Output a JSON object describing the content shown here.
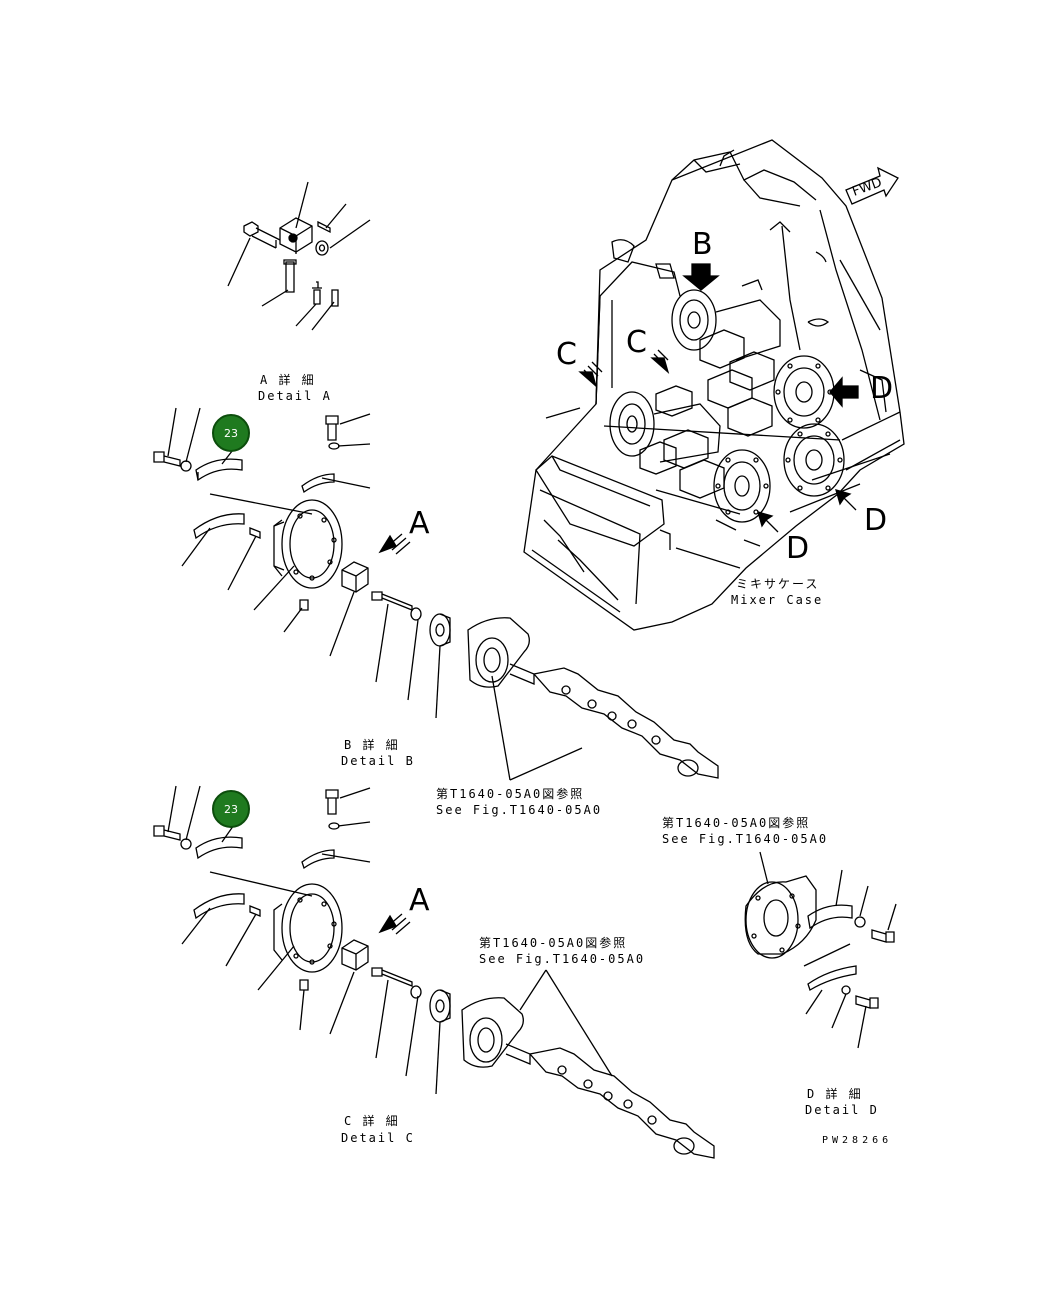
{
  "labels": {
    "detail_a_jp": "A 詳 細",
    "detail_a_en": "Detail A",
    "detail_b_jp": "B 詳 細",
    "detail_b_en": "Detail B",
    "detail_c_jp": "C 詳 細",
    "detail_c_en": "Detail C",
    "detail_d_jp": "D 詳 細",
    "detail_d_en": "Detail D",
    "mixer_case_jp": "ミキサケース",
    "mixer_case_en": "Mixer Case",
    "ref_jp": "第T1640-05A0図参照",
    "ref_en": "See Fig.T1640-05A0",
    "drawing_no": "PW28266",
    "fwd": "FWD"
  },
  "view_letters": {
    "a": "A",
    "b": "B",
    "c": "C",
    "d": "D"
  },
  "callouts": [
    {
      "number": "23"
    },
    {
      "number": "23"
    }
  ],
  "colors": {
    "callout_fill": "#1f7a1f",
    "callout_text": "#ffffff",
    "line": "#000000"
  }
}
